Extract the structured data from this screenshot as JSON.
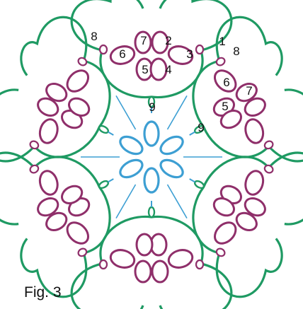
{
  "figure": {
    "caption": "Fig. 3",
    "colors": {
      "green_chain": "#1f9a63",
      "magenta_rings": "#8f2f6a",
      "blue_center": "#3d9fd3",
      "background": "#ffffff"
    },
    "labels": {
      "n1": "1",
      "n2": "2",
      "n3": "3",
      "n4": "4",
      "n5": "5",
      "n6": "6",
      "n7": "7",
      "n8": "8",
      "n9": "9"
    }
  }
}
